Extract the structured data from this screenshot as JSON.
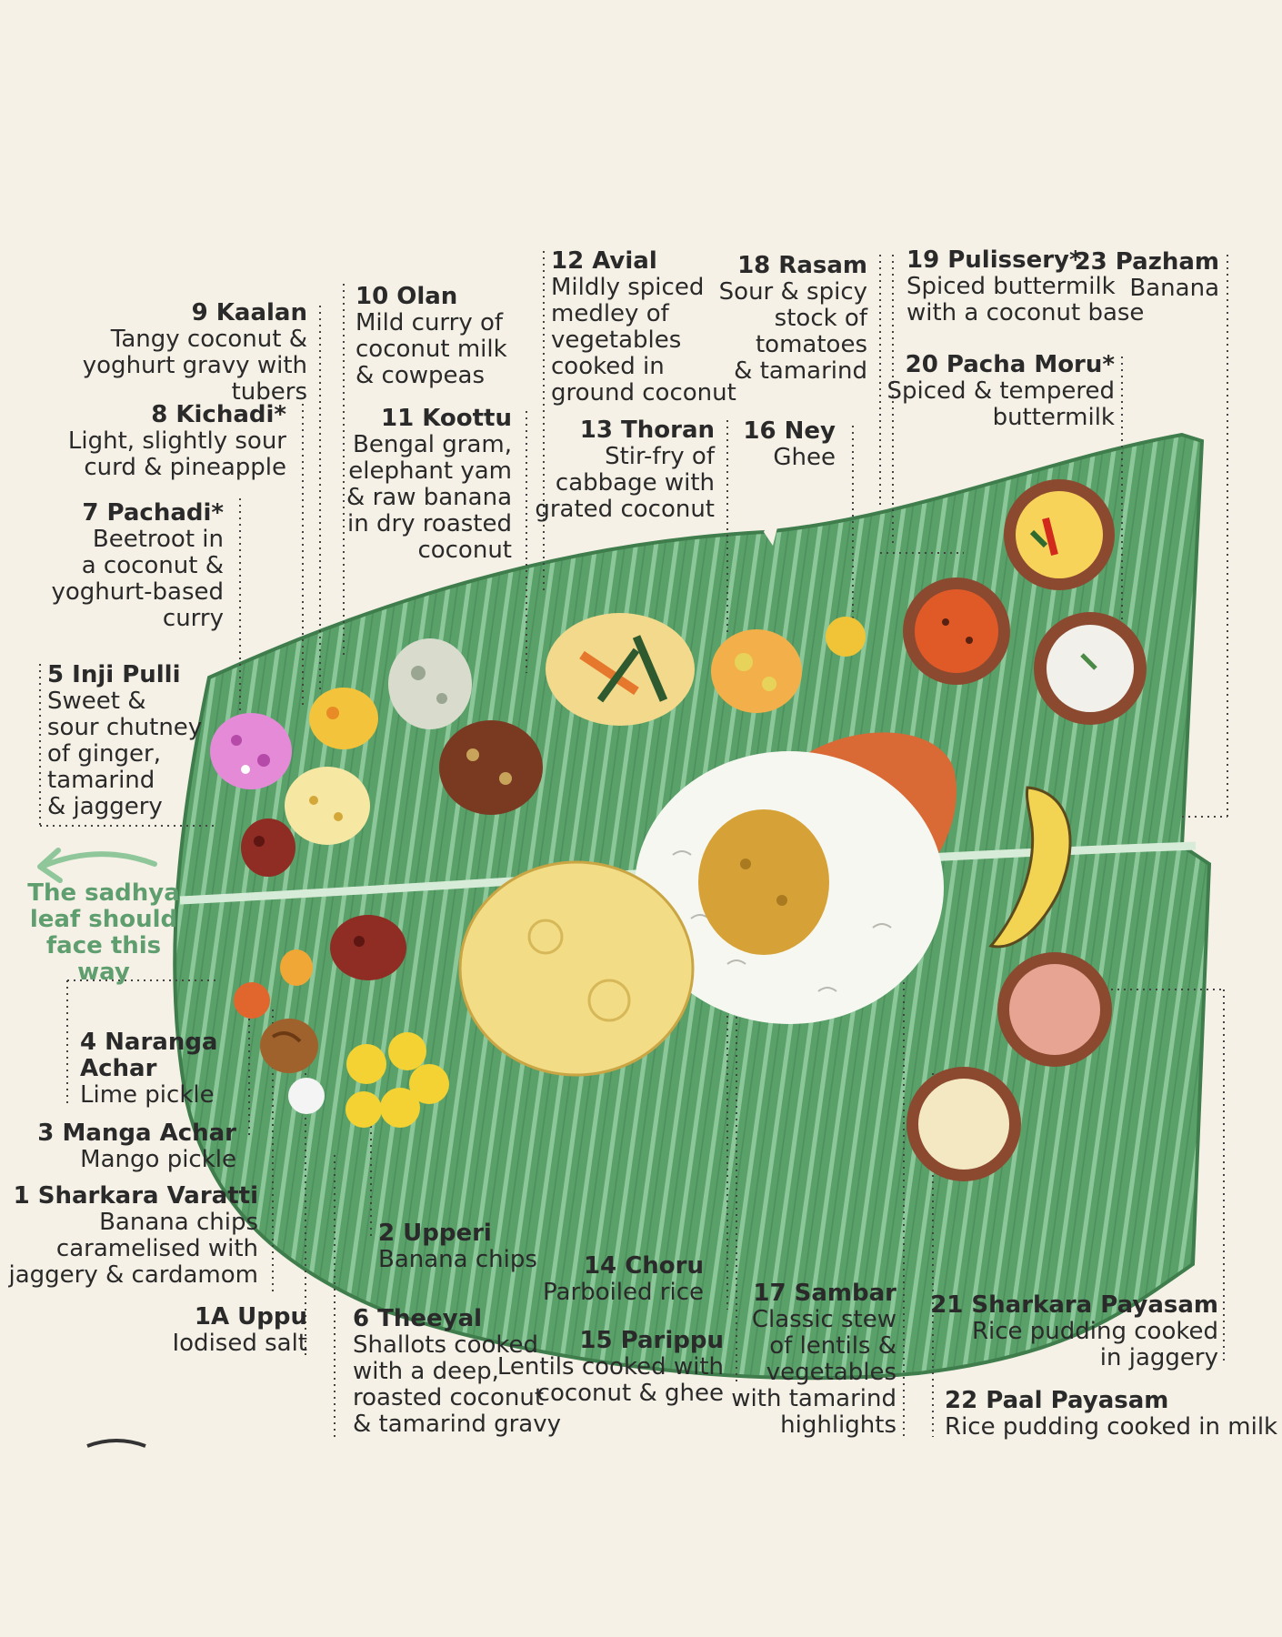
{
  "hint": "The sadhya\nleaf should\nface this way",
  "items": [
    {
      "key": "i9",
      "title": "9 Kaalan",
      "desc": "Tangy coconut &\nyoghurt gravy with tubers"
    },
    {
      "key": "i10",
      "title": "10 Olan",
      "desc": "Mild curry of\ncoconut milk\n& cowpeas"
    },
    {
      "key": "i12",
      "title": "12 Avial",
      "desc": "Mildly spiced\nmedley of\nvegetables\ncooked in\nground coconut"
    },
    {
      "key": "i18",
      "title": "18 Rasam",
      "desc": "Sour & spicy\nstock of\ntomatoes\n& tamarind"
    },
    {
      "key": "i19",
      "title": "19 Pulissery*",
      "desc": "Spiced buttermilk\nwith a coconut base"
    },
    {
      "key": "i23",
      "title": "23 Pazham",
      "desc": "Banana"
    },
    {
      "key": "i20",
      "title": "20 Pacha Moru*",
      "desc": "Spiced & tempered\nbuttermilk"
    },
    {
      "key": "i8",
      "title": "8 Kichadi*",
      "desc": "Light, slightly sour\ncurd & pineapple"
    },
    {
      "key": "i11",
      "title": "11 Koottu",
      "desc": "Bengal gram,\nelephant yam\n& raw banana\nin dry roasted\ncoconut"
    },
    {
      "key": "i13",
      "title": "13 Thoran",
      "desc": "Stir-fry of\ncabbage with\ngrated coconut"
    },
    {
      "key": "i16",
      "title": "16 Ney",
      "desc": "Ghee"
    },
    {
      "key": "i7",
      "title": "7 Pachadi*",
      "desc": "Beetroot in\na coconut &\nyoghurt-based\ncurry"
    },
    {
      "key": "i5",
      "title": "5 Inji Pulli",
      "desc": "Sweet &\nsour chutney\nof ginger,\ntamarind\n& jaggery"
    },
    {
      "key": "i4",
      "title": "4 Naranga\nAchar",
      "desc": "Lime pickle"
    },
    {
      "key": "i3",
      "title": "3 Manga Achar",
      "desc": "Mango pickle"
    },
    {
      "key": "i1",
      "title": "1 Sharkara Varatti",
      "desc": "Banana chips\ncaramelised with\njaggery & cardamom"
    },
    {
      "key": "i1a",
      "title": "1A Uppu",
      "desc": "Iodised salt"
    },
    {
      "key": "i2",
      "title": "2 Upperi",
      "desc": "Banana chips"
    },
    {
      "key": "i14",
      "title": "14 Choru",
      "desc": "Parboiled rice"
    },
    {
      "key": "i6",
      "title": "6 Theeyal",
      "desc": "Shallots cooked\nwith a deep,\nroasted coconut\n& tamarind gravy"
    },
    {
      "key": "i15",
      "title": "15 Parippu",
      "desc": "Lentils cooked with\ncoconut & ghee"
    },
    {
      "key": "i17",
      "title": "17 Sambar",
      "desc": "Classic stew\nof lentils &\nvegetables\nwith tamarind\nhighlights"
    },
    {
      "key": "i21",
      "title": "21 Sharkara Payasam",
      "desc": "Rice pudding cooked\nin jaggery"
    },
    {
      "key": "i22",
      "title": "22 Paal Payasam",
      "desc": "Rice pudding cooked in milk"
    }
  ]
}
